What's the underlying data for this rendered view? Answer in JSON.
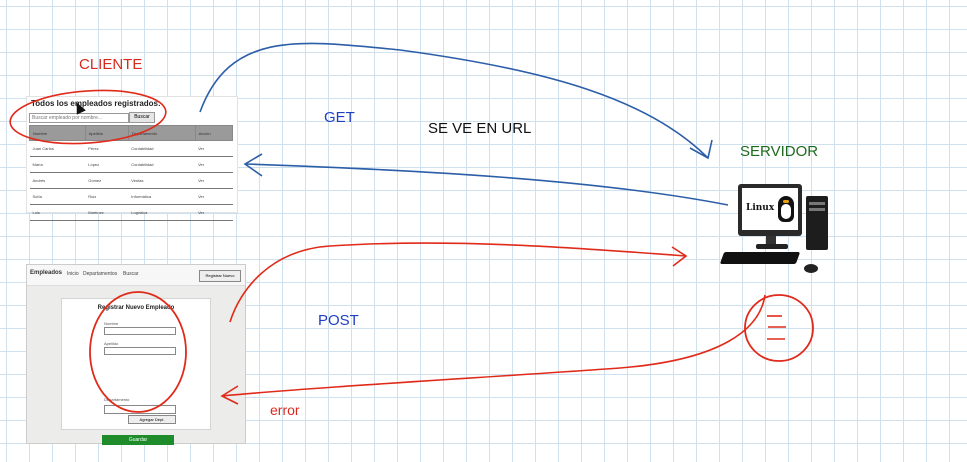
{
  "labels": {
    "cliente": "CLIENTE",
    "servidor": "SERVIDOR",
    "get": "GET",
    "se_ve_en_url": "SE VE EN URL",
    "post": "POST",
    "error": "error"
  },
  "colors": {
    "cliente": "#d9291c",
    "servidor": "#1c6b1c",
    "get": "#1f3fc2",
    "post": "#1f3fc2",
    "error": "#d9291c",
    "get_arrows": "#2c5ea8",
    "post_arrows": "#e02a1a"
  },
  "client_list": {
    "title": "Todos los empleados registrados:",
    "search_placeholder": "Buscar empleado por nombre...",
    "search_button": "Buscar",
    "columns": [
      "Nombre",
      "Apellido",
      "Departamento",
      "Acción"
    ],
    "rows": [
      [
        "Juan Carlos",
        "Pérez",
        "Contabilidad",
        "Ver"
      ],
      [
        "María",
        "López",
        "Contabilidad",
        "Ver"
      ],
      [
        "Andrés",
        "Gómez",
        "Ventas",
        "Ver"
      ],
      [
        "Sofía",
        "Ruiz",
        "Informática",
        "Ver"
      ],
      [
        "Luis",
        "Martínez",
        "Logística",
        "Ver"
      ]
    ]
  },
  "client_form": {
    "brand": "Empleados",
    "nav": [
      "Inicio",
      "Departamentos",
      "Buscar"
    ],
    "nav_button": "Registrar Nuevo",
    "form_title": "Registrar Nuevo Empleado",
    "field_labels": [
      "Nombre",
      "Apellido",
      "Departamento"
    ],
    "select_button": "Agregar Dept.",
    "submit_button": "Guardar"
  },
  "server": {
    "screen_text": "Linux"
  }
}
